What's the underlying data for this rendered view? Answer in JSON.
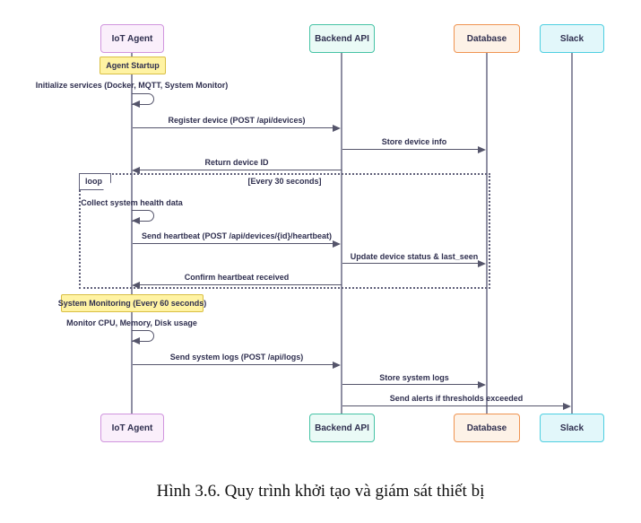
{
  "figure": {
    "caption": "Hình 3.6. Quy trình khởi tạo và giám sát thiết bị"
  },
  "diagram": {
    "type": "sequence-diagram",
    "colors": {
      "iot_agent_fill": "#faeffb",
      "iot_agent_border": "#d195de",
      "backend_api_fill": "#eafaf6",
      "backend_api_border": "#46c3a5",
      "database_fill": "#fdf2e7",
      "database_border": "#ef9451",
      "slack_fill": "#e2f7fa",
      "slack_border": "#4ecfe1",
      "note_fill": "#fff3a3",
      "note_border": "#d9bf44",
      "arrow": "#55556b",
      "lifeline": "#8f8fa3",
      "text": "#2f2f4f"
    },
    "actors": [
      {
        "label": "IoT Agent"
      },
      {
        "label": "Backend API"
      },
      {
        "label": "Database"
      },
      {
        "label": "Slack"
      }
    ],
    "notes": [
      {
        "label": "Agent Startup",
        "over": "IoT Agent"
      },
      {
        "label": "System Monitoring (Every 60 seconds)",
        "over": "IoT Agent"
      }
    ],
    "loop": {
      "keyword": "loop",
      "condition": "[Every 30 seconds]"
    },
    "messages": [
      {
        "text": "Initialize services (Docker, MQTT, System Monitor)",
        "kind": "self",
        "from": "IoT Agent",
        "to": "IoT Agent"
      },
      {
        "text": "Register device (POST /api/devices)",
        "kind": "arrow",
        "from": "IoT Agent",
        "to": "Backend API"
      },
      {
        "text": "Store device info",
        "kind": "arrow",
        "from": "Backend API",
        "to": "Database"
      },
      {
        "text": "Return device ID",
        "kind": "arrow",
        "from": "Backend API",
        "to": "IoT Agent"
      },
      {
        "text": "Collect system health data",
        "kind": "self",
        "from": "IoT Agent",
        "to": "IoT Agent"
      },
      {
        "text": "Send heartbeat (POST /api/devices/{id}/heartbeat)",
        "kind": "arrow",
        "from": "IoT Agent",
        "to": "Backend API"
      },
      {
        "text": "Update device status & last_seen",
        "kind": "arrow",
        "from": "Backend API",
        "to": "Database"
      },
      {
        "text": "Confirm heartbeat received",
        "kind": "arrow",
        "from": "Backend API",
        "to": "IoT Agent"
      },
      {
        "text": "Monitor CPU, Memory, Disk usage",
        "kind": "self",
        "from": "IoT Agent",
        "to": "IoT Agent"
      },
      {
        "text": "Send system logs (POST /api/logs)",
        "kind": "arrow",
        "from": "IoT Agent",
        "to": "Backend API"
      },
      {
        "text": "Store system logs",
        "kind": "arrow",
        "from": "Backend API",
        "to": "Database"
      },
      {
        "text": "Send alerts if thresholds exceeded",
        "kind": "arrow",
        "from": "Backend API",
        "to": "Slack"
      }
    ]
  }
}
